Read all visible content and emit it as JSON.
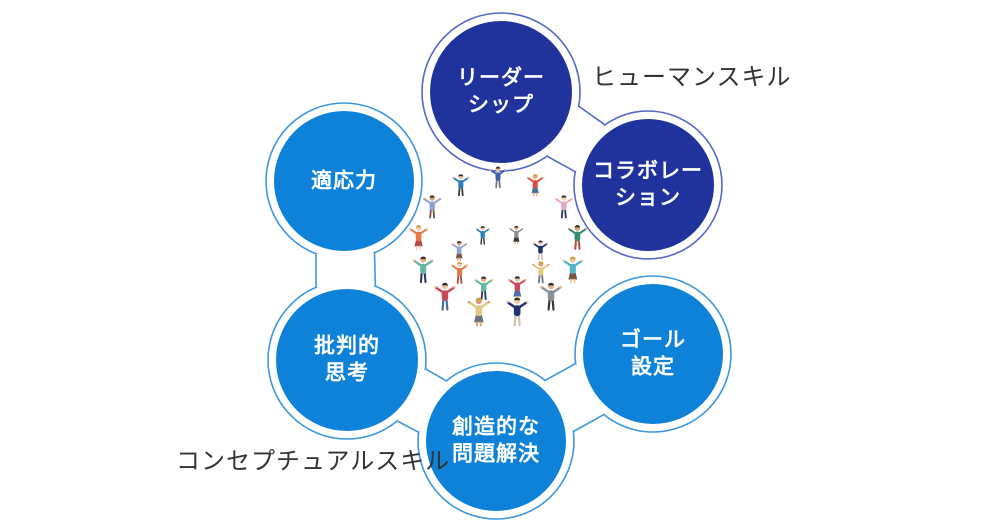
{
  "diagram": {
    "title_implicit": "",
    "category_labels": {
      "human": "ヒューマンスキル",
      "conceptual": "コンセプチュアルスキル"
    },
    "circles": [
      {
        "id": "leadership",
        "lines": [
          "リーダー",
          "シップ"
        ],
        "group": "human"
      },
      {
        "id": "collaboration",
        "lines": [
          "コラボレー",
          "ション"
        ],
        "group": "human"
      },
      {
        "id": "goal-setting",
        "lines": [
          "ゴール",
          "設定"
        ],
        "group": "conceptual"
      },
      {
        "id": "creative-problem-solving",
        "lines": [
          "創造的な",
          "問題解決"
        ],
        "group": "conceptual"
      },
      {
        "id": "critical-thinking",
        "lines": [
          "批判的",
          "思考"
        ],
        "group": "conceptual"
      },
      {
        "id": "adaptability",
        "lines": [
          "適応力"
        ],
        "group": "conceptual"
      }
    ],
    "colors": {
      "dark": "#20339c",
      "light": "#0e82d8",
      "ring_dark": "#5468c8",
      "ring_light": "#3e97e0",
      "label_text": "#333333",
      "bubble_text": "#ffffff",
      "background": "#ffffff"
    }
  },
  "illustration": {
    "name": "people-holding-hands-in-two-circles",
    "description_visible": ""
  }
}
